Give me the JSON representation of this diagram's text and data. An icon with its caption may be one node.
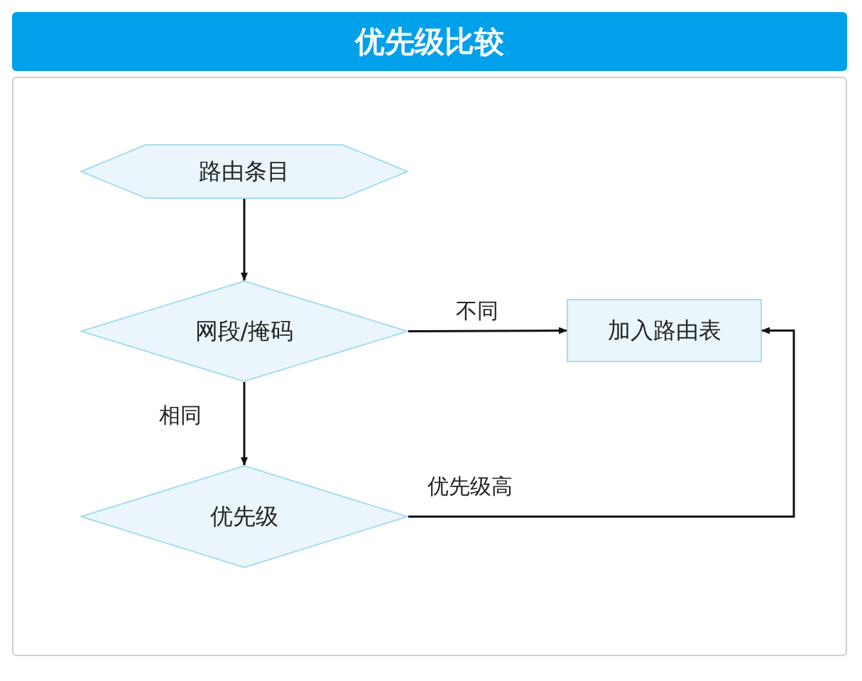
{
  "diagram": {
    "title": "优先级比较",
    "nodes": [
      {
        "text": [
          "路由条目"
        ]
      },
      {
        "text": [
          "网段/掩码"
        ]
      },
      {
        "text": [
          "优先级"
        ]
      },
      {
        "text": [
          "加入路由表"
        ]
      }
    ],
    "edges": [
      {
        "from": 0,
        "to": 1,
        "arrow": "to"
      },
      {
        "from": 1,
        "to": 3,
        "arrow": "to",
        "label": "不同"
      },
      {
        "from": 1,
        "to": 2,
        "arrow": "to",
        "label": "相同"
      },
      {
        "from": 2,
        "to": 3,
        "arrow": "to",
        "label": "优先级高"
      }
    ]
  }
}
